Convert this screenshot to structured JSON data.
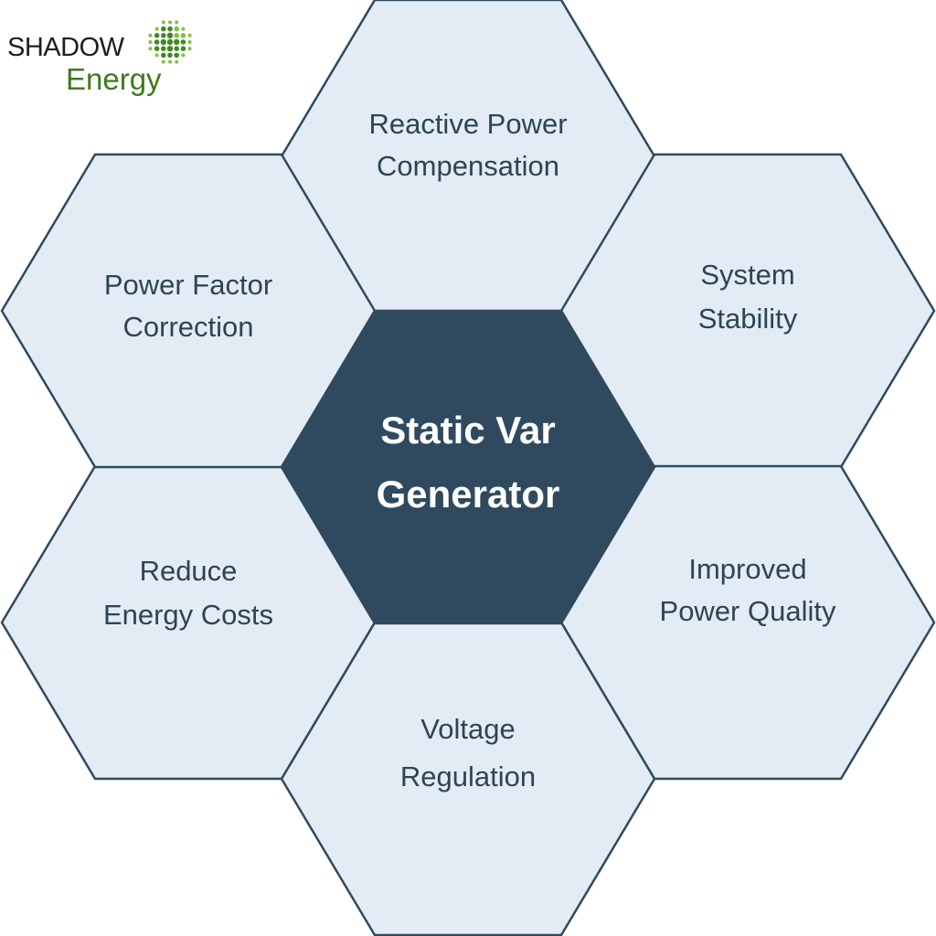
{
  "logo": {
    "line1": "SHADOW",
    "line2": "Energy",
    "colors": {
      "dots_dark": "#3f8a24",
      "dots_light": "#7fc241",
      "text_dark": "#1e1e1e",
      "text_green": "#3e7a1f"
    }
  },
  "colors": {
    "outer_fill": "#e3ecf4",
    "outer_stroke": "#2f4a5e",
    "center_fill": "#2f4a5e",
    "outer_text": "#2e4456",
    "center_text": "#ffffff",
    "connector": "#2f4a5e",
    "background": "#ffffff"
  },
  "center": {
    "lines": [
      "Static Var",
      "Generator"
    ]
  },
  "nodes": [
    {
      "id": "top",
      "lines": [
        "Reactive Power",
        "Compensation"
      ]
    },
    {
      "id": "upper-right",
      "lines": [
        "System",
        "Stability"
      ]
    },
    {
      "id": "lower-right",
      "lines": [
        "Improved",
        "Power Quality"
      ]
    },
    {
      "id": "bottom",
      "lines": [
        "Voltage",
        "Regulation"
      ]
    },
    {
      "id": "lower-left",
      "lines": [
        "Reduce",
        "Energy Costs"
      ]
    },
    {
      "id": "upper-left",
      "lines": [
        "Power Factor",
        "Correction"
      ]
    }
  ]
}
